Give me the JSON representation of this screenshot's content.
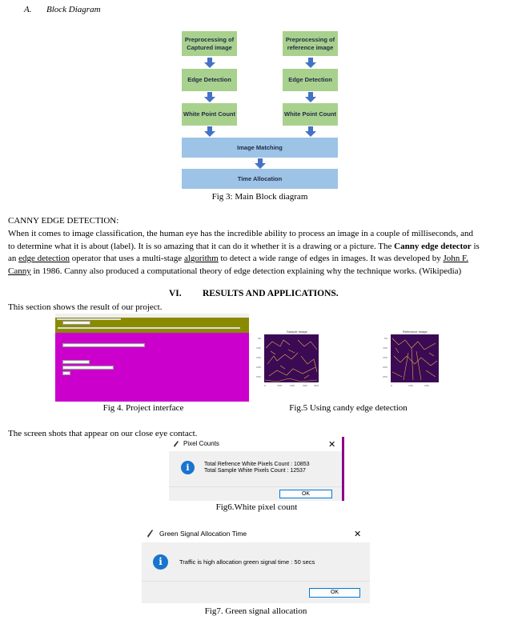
{
  "section_a": {
    "number": "A.",
    "title": "Block Diagram"
  },
  "diagram": {
    "pre_captured": "Preprocessing of Captured image",
    "pre_reference": "Preprocessing of reference image",
    "edge_left": "Edge Detection",
    "edge_right": "Edge Detection",
    "wpc_left": "White Point Count",
    "wpc_right": "White Point Count",
    "matching": "Image Matching",
    "allocation": "Time Allocation",
    "colors": {
      "green": "#a9d18e",
      "blue": "#9dc3e6",
      "arrow": "#4472c4"
    }
  },
  "fig3_caption": "Fig 3: Main Block diagram",
  "canny": {
    "heading": "CANNY EDGE DETECTION:",
    "p1": "When it comes to image classification, the human eye has the incredible ability to process an image in a couple of milliseconds, and",
    "p2": "to determine what it is about (label). It is so amazing that it can do it whether it is a drawing or a picture. The",
    "p2_bold": "Canny edge detector",
    "p2_end": "is",
    "p3_a": "an",
    "p3_link1": "edge detection",
    "p3_b": "operator that uses a multi-stage",
    "p3_link2": "algorithm",
    "p3_c": "to detect a wide range of edges in images. It was developed by",
    "p3_link3": "John F.",
    "p4_link": "Canny",
    "p4_rest": "in 1986. Canny also produced a computational theory of edge detection explaining why the technique works. (Wikipedia)"
  },
  "section_vi": {
    "number": "VI.",
    "title": "RESULTS AND APPLICATIONS."
  },
  "results_intro": "This section shows the result of our project.",
  "fig4": {
    "colors": {
      "bg": "#cc00cc",
      "bar": "#8a8a00"
    },
    "caption": "Fig 4. Project interface"
  },
  "fig5": {
    "sample_title": "Sample Image",
    "reference_title": "Reference Image",
    "caption": "Fig.5 Using candy edge detection"
  },
  "screens_intro": "The screen shots that appear on our close eye contact.",
  "dialog1": {
    "title": "Pixel Counts",
    "line1": "Total Refrence White Pixels Count : 10853",
    "line2": "Total Sample White Pixels Count : 12537",
    "ok": "OK",
    "close": "✕"
  },
  "fig6_caption": "Fig6.White pixel count",
  "dialog2": {
    "title": "Green Signal Allocation Time",
    "message": "Traffic is high allocation green signal time : 50 secs",
    "ok": "OK",
    "close": "✕"
  },
  "fig7_caption": "Fig7. Green signal allocation"
}
